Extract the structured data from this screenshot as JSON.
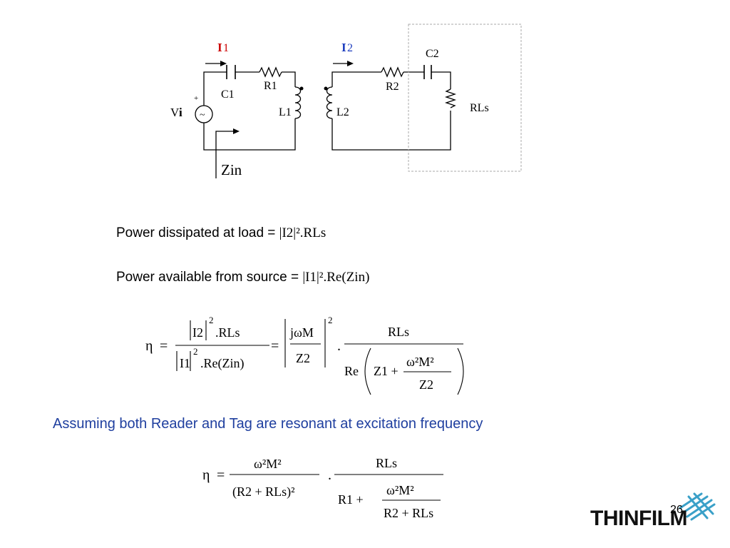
{
  "circuit": {
    "current1": {
      "symbol": "I",
      "index": "1"
    },
    "current2": {
      "symbol": "I",
      "index": "2"
    },
    "c1": "C1",
    "r1": "R1",
    "l1": "L1",
    "l2": "L2",
    "r2": "R2",
    "c2": "C2",
    "rls": "RLs",
    "source": {
      "symbol": "V",
      "index": "i"
    },
    "source_plus": "+",
    "source_glyph": "~",
    "zin": "Zin",
    "colors": {
      "current1": "#cc0000",
      "current2": "#1f3fbf"
    }
  },
  "statements": {
    "power_load": {
      "text": "Power dissipated at load = ",
      "expr": "|I2|².RLs"
    },
    "power_source": {
      "text": "Power available from source = ",
      "expr": "|I1|².Re(Zin)"
    }
  },
  "equation1": {
    "eta": "η",
    "eq": "=",
    "num1": "I2",
    "num1_tail": ".RLs",
    "den1": "I1",
    "den1_tail": ".Re(Zin)",
    "sq": "2",
    "eq2": "=",
    "frac2_num": "jωM",
    "frac2_den": "Z2",
    "dot": ".",
    "frac3_num": "RLs",
    "re": "Re",
    "z1": "Z1 +",
    "inner_num": "ω²M²",
    "inner_den": "Z2"
  },
  "assumption": "Assuming both Reader and Tag are resonant at excitation frequency",
  "equation2": {
    "eta": "η",
    "eq": "=",
    "num1": "ω²M²",
    "den1": "(R2 + RLs)²",
    "dot": ".",
    "num2": "RLs",
    "den2_prefix": "R1 +",
    "inner_num": "ω²M²",
    "inner_den": "R2 + RLs"
  },
  "logo": {
    "text": "THINFILM",
    "color_text": "#111111",
    "color_mark": "#3aa0c8"
  },
  "page_number": "26"
}
